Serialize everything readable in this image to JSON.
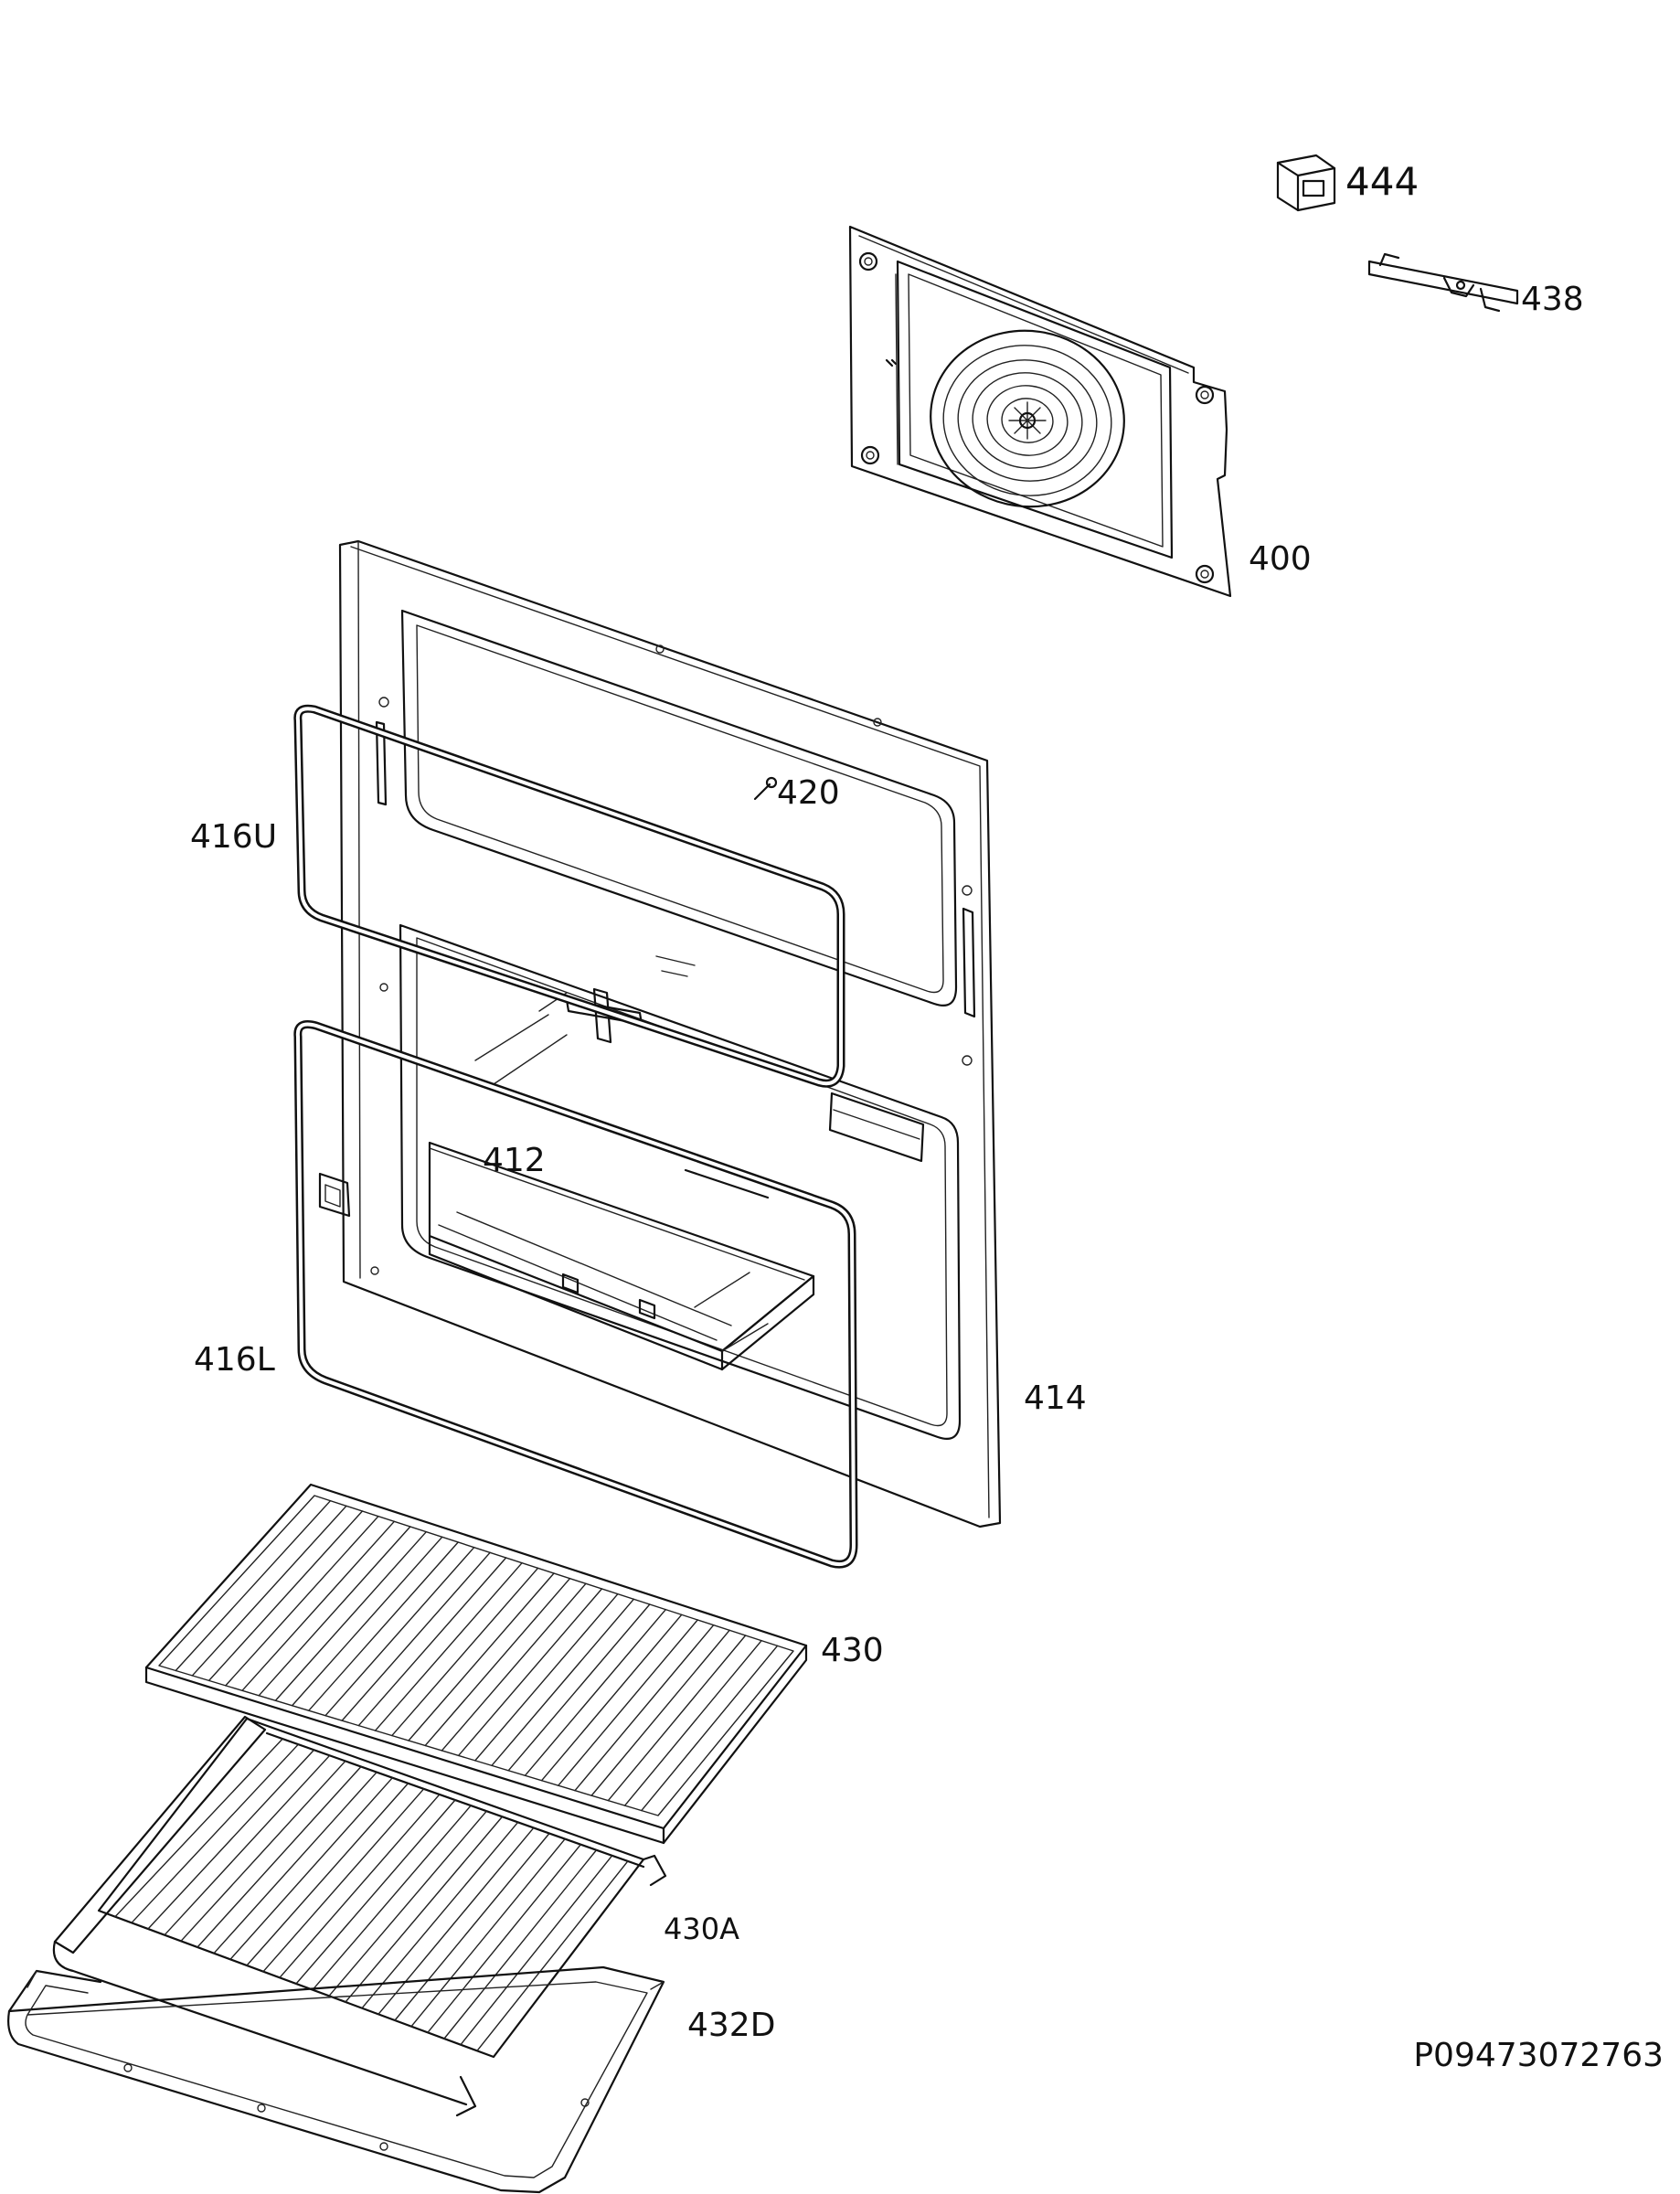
{
  "parts": [
    {
      "id": "p444",
      "label": "444"
    },
    {
      "id": "p438",
      "label": "438"
    },
    {
      "id": "p400",
      "label": "400"
    },
    {
      "id": "p420",
      "label": "420"
    },
    {
      "id": "p416U",
      "label": "416U"
    },
    {
      "id": "p412",
      "label": "412"
    },
    {
      "id": "p416L",
      "label": "416L"
    },
    {
      "id": "p414",
      "label": "414"
    },
    {
      "id": "p430",
      "label": "430"
    },
    {
      "id": "p430A",
      "label": "430A"
    },
    {
      "id": "p432D",
      "label": "432D"
    }
  ],
  "document_code": "P09473072763"
}
